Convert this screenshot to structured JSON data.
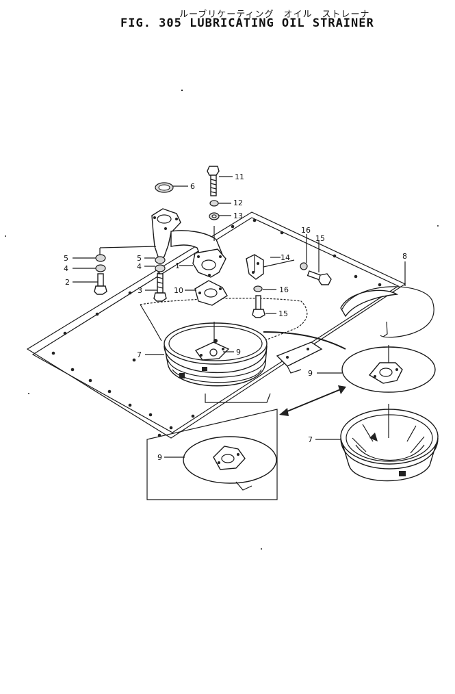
{
  "header": {
    "jp_title": "ルーブリケーティング　オイル　ストレーナ",
    "title": "FIG. 305   LUBRICATING  OIL  STRAINER"
  },
  "callouts": [
    {
      "id": "c11",
      "text": "11"
    },
    {
      "id": "c6",
      "text": "6"
    },
    {
      "id": "c12",
      "text": "12"
    },
    {
      "id": "c13",
      "text": "13"
    },
    {
      "id": "c16a",
      "text": "16"
    },
    {
      "id": "c15a",
      "text": "15"
    },
    {
      "id": "c8",
      "text": "8"
    },
    {
      "id": "c5a",
      "text": "5"
    },
    {
      "id": "c4a",
      "text": "4"
    },
    {
      "id": "c2",
      "text": "2"
    },
    {
      "id": "c5b",
      "text": "5"
    },
    {
      "id": "c4b",
      "text": "4"
    },
    {
      "id": "c1",
      "text": "1"
    },
    {
      "id": "c14",
      "text": "14"
    },
    {
      "id": "c3",
      "text": "3"
    },
    {
      "id": "c10",
      "text": "10"
    },
    {
      "id": "c16b",
      "text": "16"
    },
    {
      "id": "c15b",
      "text": "15"
    },
    {
      "id": "c7a",
      "text": "7"
    },
    {
      "id": "c9a",
      "text": "9"
    },
    {
      "id": "c9b",
      "text": "9"
    },
    {
      "id": "c7b",
      "text": "7"
    },
    {
      "id": "c9c",
      "text": "9"
    }
  ]
}
